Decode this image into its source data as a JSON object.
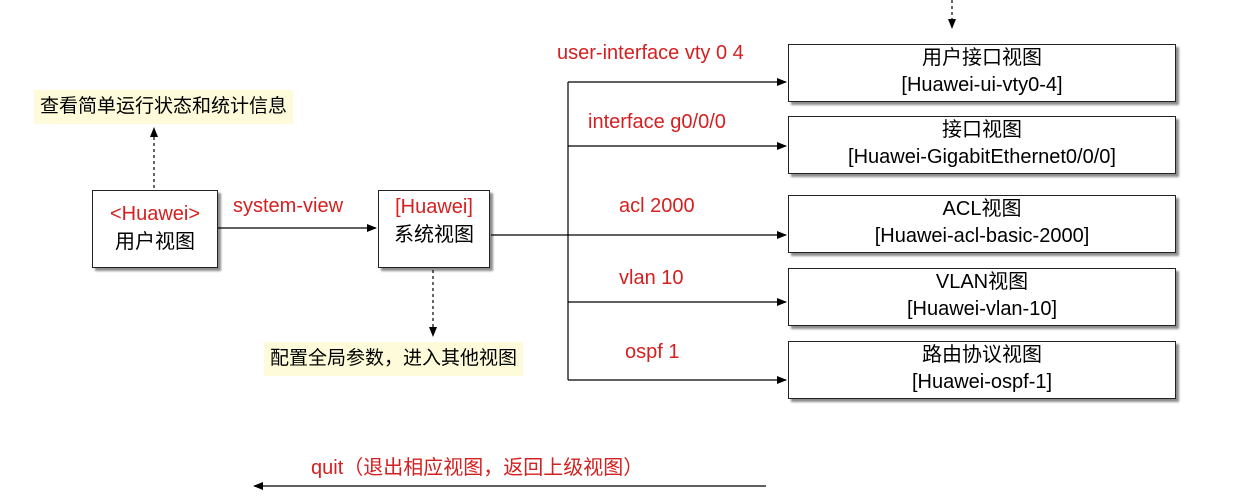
{
  "user_view": {
    "prompt": "<Huawei>",
    "name": "用户视图"
  },
  "system_view": {
    "prompt": "[Huawei]",
    "name": "系统视图"
  },
  "note_top": "查看简单运行状态和统计信息",
  "note_bottom": "配置全局参数，进入其他视图",
  "cmd_system_view": "system-view",
  "cmd_quit": "quit（退出相应视图，返回上级视图）",
  "branches": [
    {
      "command": "user-interface vty 0 4",
      "view_name": "用户接口视图",
      "prompt": "[Huawei-ui-vty0-4]"
    },
    {
      "command": "interface g0/0/0",
      "view_name": "接口视图",
      "prompt": "[Huawei-GigabitEthernet0/0/0]"
    },
    {
      "command": "acl 2000",
      "view_name": "ACL视图",
      "prompt": "[Huawei-acl-basic-2000]"
    },
    {
      "command": "vlan 10",
      "view_name": "VLAN视图",
      "prompt": "[Huawei-vlan-10]"
    },
    {
      "command": "ospf 1",
      "view_name": "路由协议视图",
      "prompt": "[Huawei-ospf-1]"
    }
  ],
  "colors": {
    "command": "#d42020",
    "note_bg": "#fdfbd9",
    "line": "#000000"
  }
}
